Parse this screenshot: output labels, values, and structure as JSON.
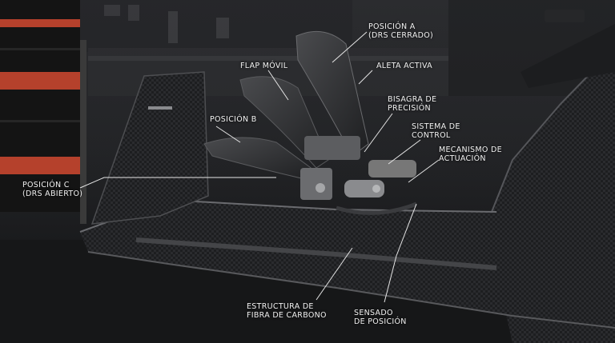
{
  "labels": {
    "posicion_a": [
      "POSICIÓN A",
      "(DRS CERRADO)"
    ],
    "flap_movil": [
      "FLAP MÓVIL"
    ],
    "aleta_activa": [
      "ALETA ACTIVA"
    ],
    "posicion_b": [
      "POSICIÓN B"
    ],
    "bisagra": [
      "BISAGRA DE",
      "PRECISIÓN"
    ],
    "sistema_control": [
      "SISTEMA DE",
      "CONTROL"
    ],
    "mecanismo": [
      "MECANISMO DE",
      "ACTUACIÓN"
    ],
    "posicion_c": [
      "POSICIÓN C",
      "(DRS ABIERTO)"
    ],
    "estructura": [
      "ESTRUCTURA DE",
      "FIBRA DE CARBONO"
    ],
    "sensado": [
      "SENSADO",
      "DE POSICIÓN"
    ]
  },
  "colors": {
    "carbon_dark": "#141516",
    "carbon_mid": "#2b2c2f",
    "tire_red": "#b5412c",
    "leader_line": "#e6e6e6"
  }
}
